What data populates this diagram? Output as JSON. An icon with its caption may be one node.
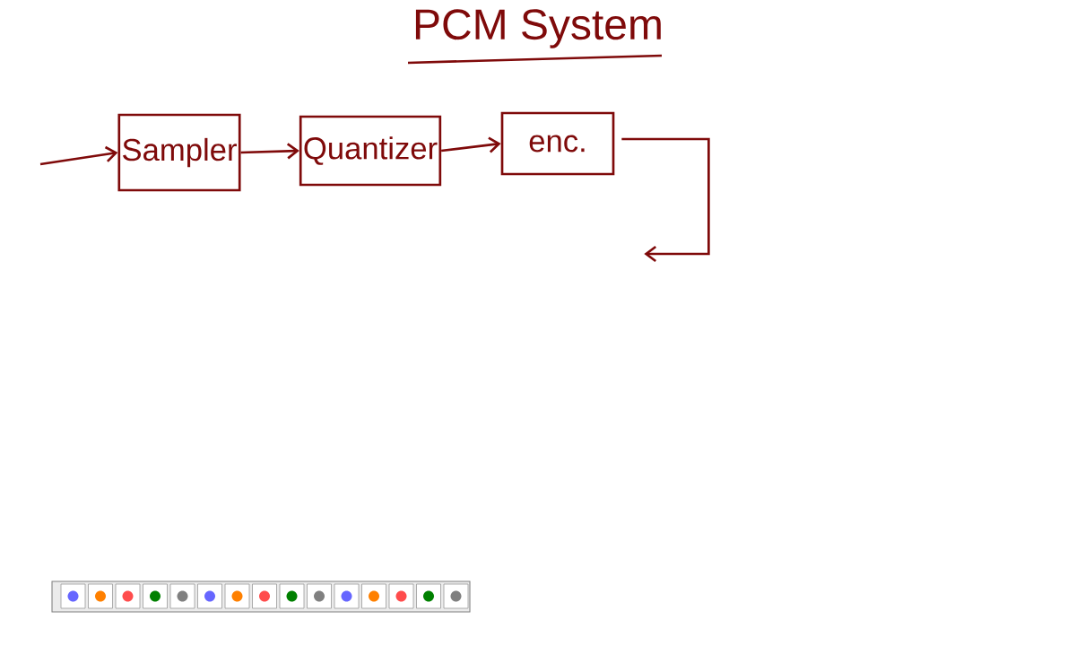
{
  "diagram": {
    "title": "PCM System",
    "nodes": [
      {
        "text": [
          "Sampler"
        ]
      },
      {
        "text": [
          "Quantizer"
        ]
      },
      {
        "text": [
          "enc."
        ]
      }
    ],
    "edges": [
      {
        "from": null,
        "to": 0,
        "arrow": "to"
      },
      {
        "from": 0,
        "to": 1,
        "arrow": "to"
      },
      {
        "from": 1,
        "to": 2,
        "arrow": "to"
      },
      {
        "from": 2,
        "to": null,
        "arrow": "to"
      }
    ]
  }
}
